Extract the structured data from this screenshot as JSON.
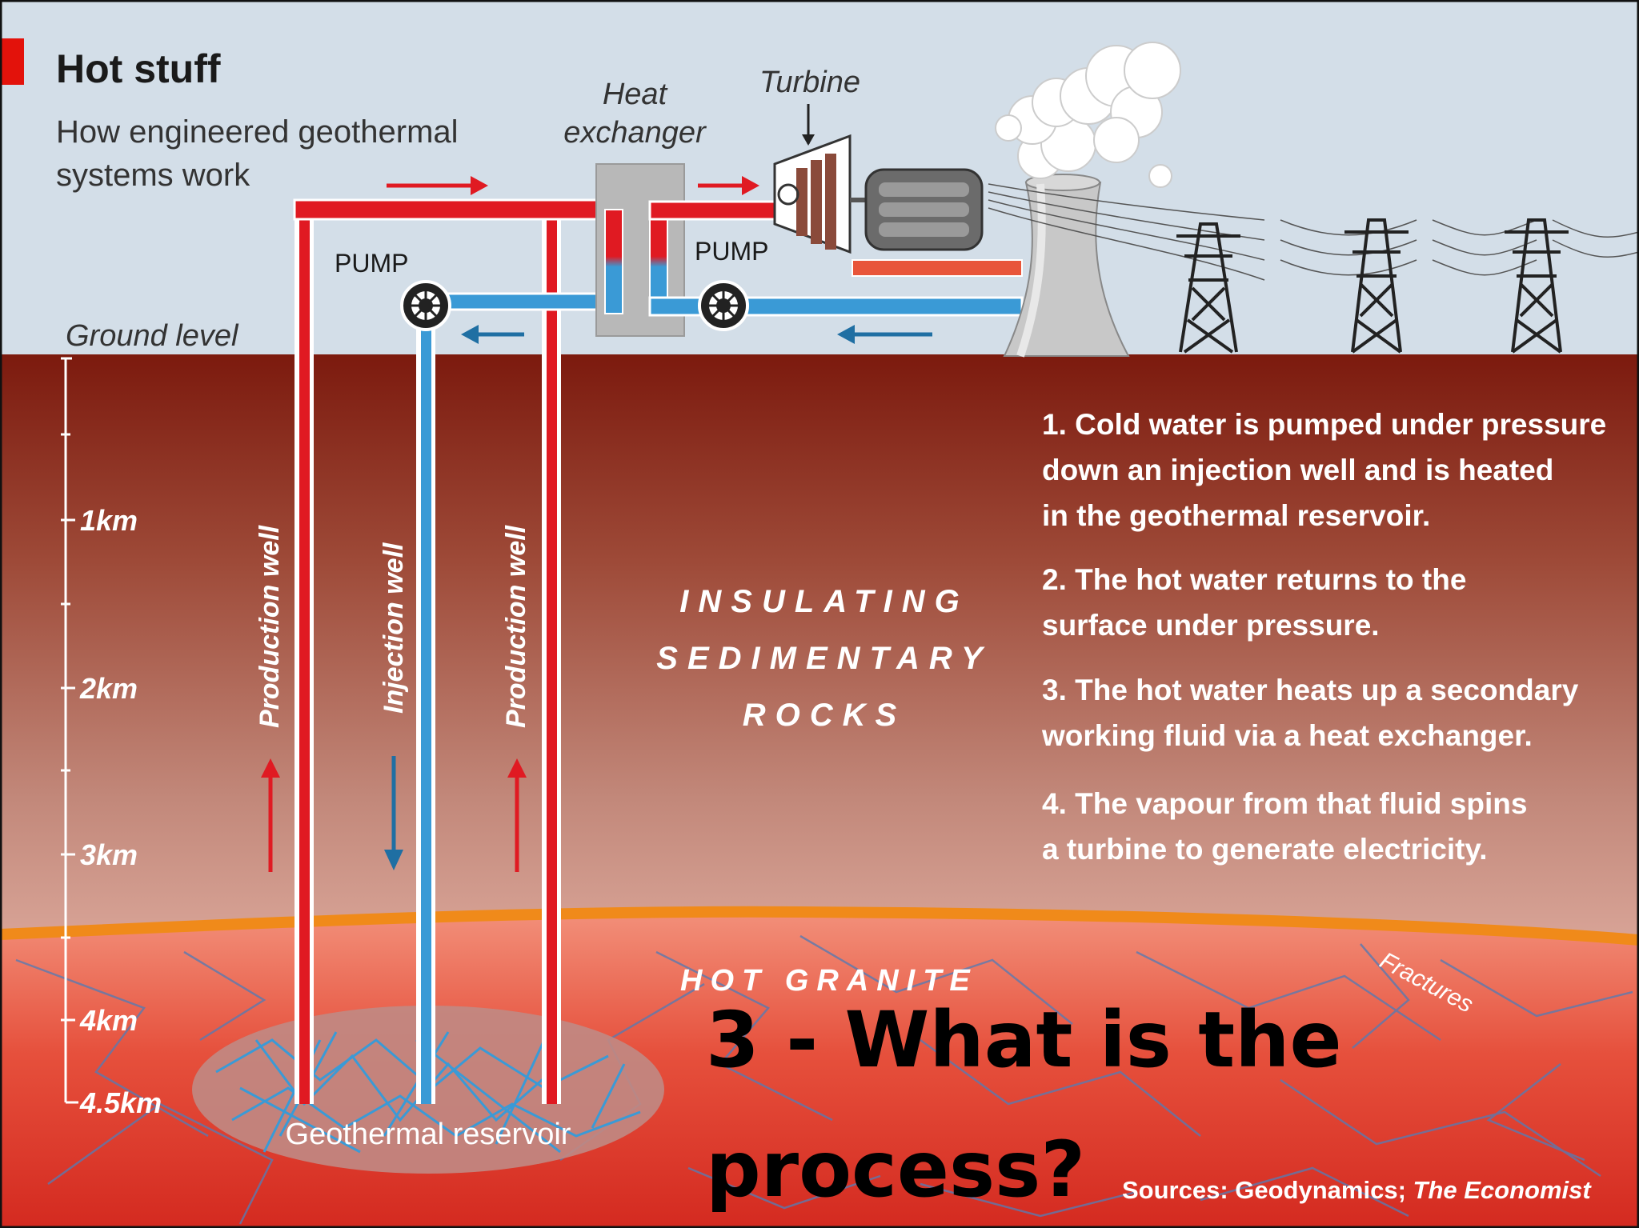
{
  "header": {
    "title": "Hot stuff",
    "subtitle_line1": "How engineered geothermal",
    "subtitle_line2": "systems work"
  },
  "labels": {
    "heat_exchanger_line1": "Heat",
    "heat_exchanger_line2": "exchanger",
    "turbine": "Turbine",
    "pump_left": "PUMP",
    "pump_right": "PUMP",
    "ground_level": "Ground level",
    "production_well_left": "Production well",
    "injection_well": "Injection well",
    "production_well_right": "Production well",
    "rocks_line1": "INSULATING",
    "rocks_line2": "SEDIMENTARY",
    "rocks_line3": "ROCKS",
    "hot_granite": "HOT GRANITE",
    "fractures": "Fractures",
    "reservoir": "Geothermal reservoir"
  },
  "depth_scale": [
    "1km",
    "2km",
    "3km",
    "4km",
    "4.5km"
  ],
  "steps": [
    {
      "lines": [
        "1. Cold water is pumped under pressure",
        "down an injection well and is heated",
        "in the geothermal reservoir."
      ]
    },
    {
      "lines": [
        "2. The hot water returns to the",
        "surface under pressure."
      ]
    },
    {
      "lines": [
        "3. The hot water heats up a secondary",
        "working fluid via a heat exchanger."
      ]
    },
    {
      "lines": [
        "4. The vapour from that fluid spins",
        "a turbine to generate electricity."
      ]
    }
  ],
  "source": {
    "prefix": "Sources: Geodynamics; ",
    "publication": "The Economist"
  },
  "question": {
    "line1": "3 -  What is the",
    "line2": "process?"
  },
  "colors": {
    "sky": "#d3dee8",
    "hot_pipe": "#e01a22",
    "cold_pipe": "#3a9ad6",
    "accent_bar": "#e3120b",
    "granite_edge": "#f08a1a"
  }
}
